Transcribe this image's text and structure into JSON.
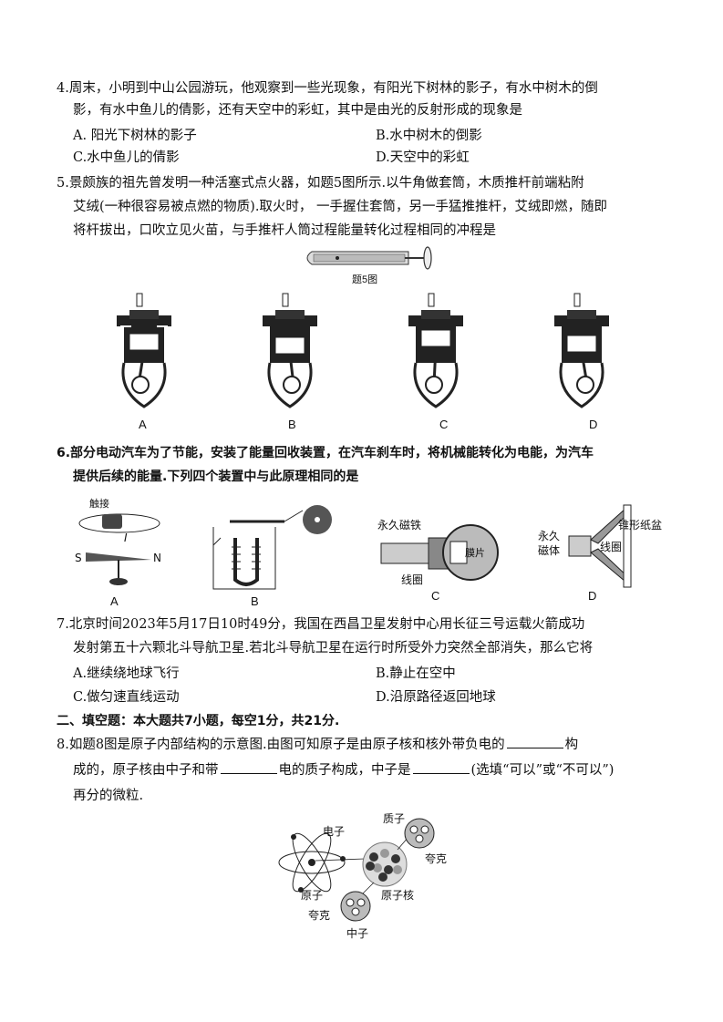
{
  "q4": {
    "stem_line1": "4.周末，小明到中山公园游玩，他观察到一些光现象，有阳光下树林的影子，有水中树木的倒",
    "stem_line2": "影，有水中鱼儿的倩影，还有天空中的彩虹，其中是由光的反射形成的现象是",
    "optA": "A. 阳光下树林的影子",
    "optB": "B.水中树木的倒影",
    "optC": "C.水中鱼儿的倩影",
    "optD": "D.天空中的彩虹"
  },
  "q5": {
    "stem_line1": "5.景颇族的祖先曾发明一种活塞式点火器，如题5图所示.以牛角做套筒，木质推杆前端粘附",
    "stem_line2": "艾绒(一种很容易被点燃的物质).取火时，  一手握住套筒，另一手猛推推杆，艾绒即燃，随即",
    "stem_line3": "将杆拔出，口吹立见火苗，与手推杆人筒过程能量转化过程相同的冲程是",
    "fig_caption": "题5图",
    "labels": [
      "A",
      "B",
      "C",
      "D"
    ]
  },
  "q6": {
    "stem_line1": "6.部分电动汽车为了节能，安装了能量回收装置，在汽车刹车时，将机械能转化为电能，为汽车",
    "stem_line2": "提供后续的能量.下列四个装置中与此原理相同的是",
    "figA": {
      "contact": "触接",
      "current": "I",
      "south": "S",
      "north": "N",
      "label": "A"
    },
    "figB": {
      "label": "B"
    },
    "figC": {
      "magnet": "永久磁铁",
      "film": "膜片",
      "coil": "线圈",
      "label": "C"
    },
    "figD": {
      "magnet_line1": "永久",
      "magnet_line2": "磁体",
      "cone": "锥形纸盆",
      "coil": "线圈",
      "label": "D"
    }
  },
  "q7": {
    "stem_line1": "7.北京时间2023年5月17日10时49分，我国在西昌卫星发射中心用长征三号运载火箭成功",
    "stem_line2": "发射第五十六颗北斗导航卫星.若北斗导航卫星在运行时所受外力突然全部消失，那么它将",
    "optA": "A.继续绕地球飞行",
    "optB": "B.静止在空中",
    "optC": "C.做匀速直线运动",
    "optD": "D.沿原路径返回地球"
  },
  "section2": {
    "title": "二、填空题：本大题共7小题，每空1分，共21分."
  },
  "q8": {
    "seg1": "8.如题8图是原子内部结构的示意图.由图可知原子是由原子核和核外带负电的",
    "seg2": "构",
    "seg3": "成的，原子核由中子和带",
    "seg4": "电的质子构成，中子是",
    "seg5": "(选填“可以”或“不可以”)",
    "seg6": "再分的微粒.",
    "fig": {
      "proton": "质子",
      "electron": "电子",
      "quark_right": "夸克",
      "atom": "原子",
      "nucleus": "原子核",
      "quark_bottom": "夸克",
      "neutron": "中子"
    }
  }
}
